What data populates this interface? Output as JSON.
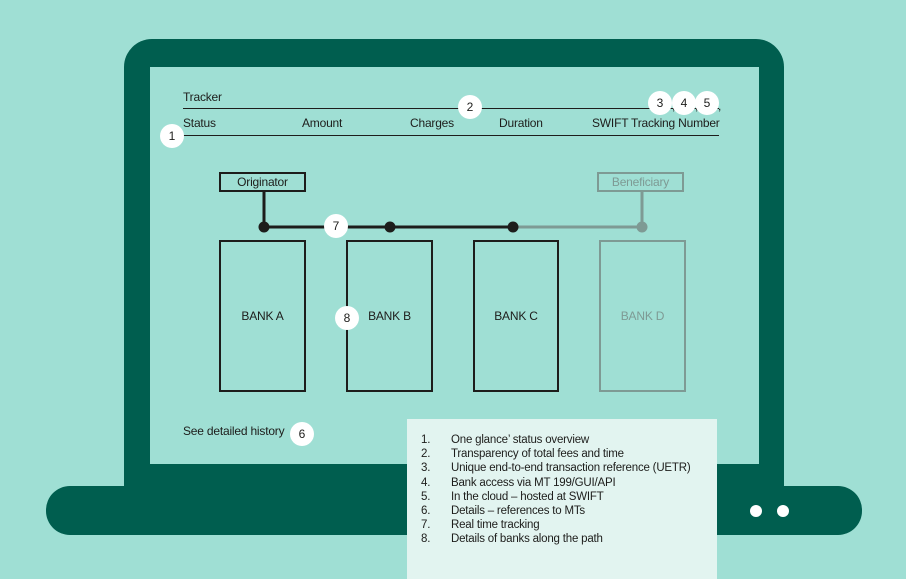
{
  "tracker": {
    "title": "Tracker",
    "columns": [
      "Status",
      "Amount",
      "Charges",
      "Duration",
      "SWIFT Tracking Number"
    ]
  },
  "badges": {
    "b1": "1",
    "b2": "2",
    "b3": "3",
    "b4": "4",
    "b5": "5",
    "b6": "6",
    "b7": "7",
    "b8": "8",
    "sep": ","
  },
  "path": {
    "originator": "Originator",
    "beneficiary": "Beneficiary",
    "banks": [
      "BANK A",
      "BANK B",
      "BANK C",
      "BANK D"
    ]
  },
  "history_link": "See detailed history",
  "legend": [
    {
      "num": "1.",
      "text": "One glance’ status overview"
    },
    {
      "num": "2.",
      "text": "Transparency of total fees and time"
    },
    {
      "num": "3.",
      "text": "Unique end-to-end transaction reference (UETR)"
    },
    {
      "num": "4.",
      "text": "Bank access via MT 199/GUI/API"
    },
    {
      "num": "5.",
      "text": "In the cloud – hosted at SWIFT"
    },
    {
      "num": "6.",
      "text": "Details – references to MTs"
    },
    {
      "num": "7.",
      "text": "Real time tracking"
    },
    {
      "num": "8.",
      "text": "Details of banks along the path"
    }
  ],
  "colors": {
    "background": "#9fdfd4",
    "laptop": "#005e4f",
    "ink": "#1d1d1b",
    "faded": "#7e9a94",
    "legend_bg": "#e2f4f0"
  }
}
